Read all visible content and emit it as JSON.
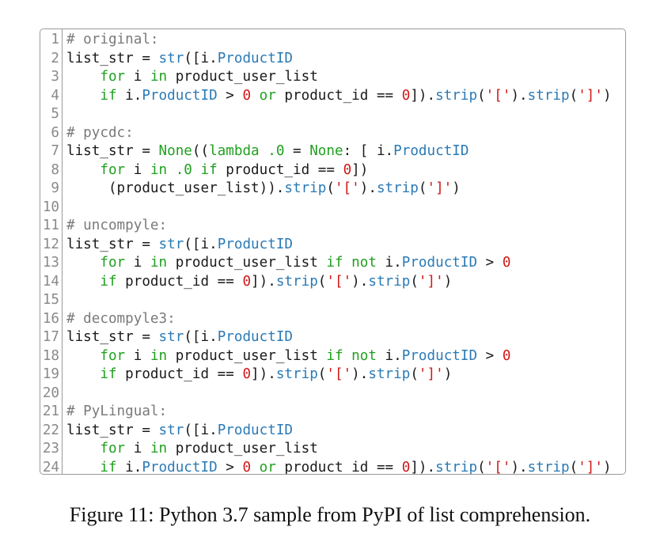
{
  "caption": "Figure 11: Python 3.7 sample from PyPI of list comprehension.",
  "colors": {
    "comment": "#7a7a7a",
    "builtin": "#2a7ab5",
    "keyword": "#20a020",
    "number": "#d01818",
    "string": "#d01818",
    "plain": "#1a1a1a",
    "line_number": "#8a8a8a"
  },
  "code_lines": [
    {
      "n": "1",
      "tokens": [
        [
          "comment",
          "# original:"
        ]
      ]
    },
    {
      "n": "2",
      "tokens": [
        [
          "plain",
          "list_str = "
        ],
        [
          "builtin",
          "str"
        ],
        [
          "plain",
          "([i."
        ],
        [
          "builtin",
          "ProductID"
        ]
      ]
    },
    {
      "n": "3",
      "tokens": [
        [
          "plain",
          "    "
        ],
        [
          "keyword",
          "for"
        ],
        [
          "plain",
          " i "
        ],
        [
          "keyword",
          "in"
        ],
        [
          "plain",
          " product_user_list"
        ]
      ]
    },
    {
      "n": "4",
      "tokens": [
        [
          "plain",
          "    "
        ],
        [
          "keyword",
          "if"
        ],
        [
          "plain",
          " i."
        ],
        [
          "builtin",
          "ProductID"
        ],
        [
          "plain",
          " > "
        ],
        [
          "number",
          "0"
        ],
        [
          "plain",
          " "
        ],
        [
          "keyword",
          "or"
        ],
        [
          "plain",
          " product_id == "
        ],
        [
          "number",
          "0"
        ],
        [
          "plain",
          "])."
        ],
        [
          "builtin",
          "strip"
        ],
        [
          "plain",
          "("
        ],
        [
          "string",
          "'['"
        ],
        [
          "plain",
          ")."
        ],
        [
          "builtin",
          "strip"
        ],
        [
          "plain",
          "("
        ],
        [
          "string",
          "']'"
        ],
        [
          "plain",
          ")"
        ]
      ]
    },
    {
      "n": "5",
      "tokens": []
    },
    {
      "n": "6",
      "tokens": [
        [
          "comment",
          "# pycdc:"
        ]
      ]
    },
    {
      "n": "7",
      "tokens": [
        [
          "plain",
          "list_str = "
        ],
        [
          "keyword",
          "None"
        ],
        [
          "plain",
          "(("
        ],
        [
          "keyword",
          "lambda"
        ],
        [
          "plain",
          " "
        ],
        [
          "keyword",
          ".0"
        ],
        [
          "plain",
          " = "
        ],
        [
          "keyword",
          "None"
        ],
        [
          "plain",
          ": [ i."
        ],
        [
          "builtin",
          "ProductID"
        ]
      ]
    },
    {
      "n": "8",
      "tokens": [
        [
          "plain",
          "    "
        ],
        [
          "keyword",
          "for"
        ],
        [
          "plain",
          " i "
        ],
        [
          "keyword",
          "in"
        ],
        [
          "plain",
          " "
        ],
        [
          "keyword",
          ".0"
        ],
        [
          "plain",
          " "
        ],
        [
          "keyword",
          "if"
        ],
        [
          "plain",
          " product_id == "
        ],
        [
          "number",
          "0"
        ],
        [
          "plain",
          "])"
        ]
      ]
    },
    {
      "n": "9",
      "tokens": [
        [
          "plain",
          "     (product_user_list))."
        ],
        [
          "builtin",
          "strip"
        ],
        [
          "plain",
          "("
        ],
        [
          "string",
          "'['"
        ],
        [
          "plain",
          ")."
        ],
        [
          "builtin",
          "strip"
        ],
        [
          "plain",
          "("
        ],
        [
          "string",
          "']'"
        ],
        [
          "plain",
          ")"
        ]
      ]
    },
    {
      "n": "10",
      "tokens": []
    },
    {
      "n": "11",
      "tokens": [
        [
          "comment",
          "# uncompyle:"
        ]
      ]
    },
    {
      "n": "12",
      "tokens": [
        [
          "plain",
          "list_str = "
        ],
        [
          "builtin",
          "str"
        ],
        [
          "plain",
          "([i."
        ],
        [
          "builtin",
          "ProductID"
        ]
      ]
    },
    {
      "n": "13",
      "tokens": [
        [
          "plain",
          "    "
        ],
        [
          "keyword",
          "for"
        ],
        [
          "plain",
          " i "
        ],
        [
          "keyword",
          "in"
        ],
        [
          "plain",
          " product_user_list "
        ],
        [
          "keyword",
          "if"
        ],
        [
          "plain",
          " "
        ],
        [
          "keyword",
          "not"
        ],
        [
          "plain",
          " i."
        ],
        [
          "builtin",
          "ProductID"
        ],
        [
          "plain",
          " > "
        ],
        [
          "number",
          "0"
        ]
      ]
    },
    {
      "n": "14",
      "tokens": [
        [
          "plain",
          "    "
        ],
        [
          "keyword",
          "if"
        ],
        [
          "plain",
          " product_id == "
        ],
        [
          "number",
          "0"
        ],
        [
          "plain",
          "])."
        ],
        [
          "builtin",
          "strip"
        ],
        [
          "plain",
          "("
        ],
        [
          "string",
          "'['"
        ],
        [
          "plain",
          ")."
        ],
        [
          "builtin",
          "strip"
        ],
        [
          "plain",
          "("
        ],
        [
          "string",
          "']'"
        ],
        [
          "plain",
          ")"
        ]
      ]
    },
    {
      "n": "15",
      "tokens": []
    },
    {
      "n": "16",
      "tokens": [
        [
          "comment",
          "# decompyle3:"
        ]
      ]
    },
    {
      "n": "17",
      "tokens": [
        [
          "plain",
          "list_str = "
        ],
        [
          "builtin",
          "str"
        ],
        [
          "plain",
          "([i."
        ],
        [
          "builtin",
          "ProductID"
        ]
      ]
    },
    {
      "n": "18",
      "tokens": [
        [
          "plain",
          "    "
        ],
        [
          "keyword",
          "for"
        ],
        [
          "plain",
          " i "
        ],
        [
          "keyword",
          "in"
        ],
        [
          "plain",
          " product_user_list "
        ],
        [
          "keyword",
          "if"
        ],
        [
          "plain",
          " "
        ],
        [
          "keyword",
          "not"
        ],
        [
          "plain",
          " i."
        ],
        [
          "builtin",
          "ProductID"
        ],
        [
          "plain",
          " > "
        ],
        [
          "number",
          "0"
        ]
      ]
    },
    {
      "n": "19",
      "tokens": [
        [
          "plain",
          "    "
        ],
        [
          "keyword",
          "if"
        ],
        [
          "plain",
          " product_id == "
        ],
        [
          "number",
          "0"
        ],
        [
          "plain",
          "])."
        ],
        [
          "builtin",
          "strip"
        ],
        [
          "plain",
          "("
        ],
        [
          "string",
          "'['"
        ],
        [
          "plain",
          ")."
        ],
        [
          "builtin",
          "strip"
        ],
        [
          "plain",
          "("
        ],
        [
          "string",
          "']'"
        ],
        [
          "plain",
          ")"
        ]
      ]
    },
    {
      "n": "20",
      "tokens": []
    },
    {
      "n": "21",
      "tokens": [
        [
          "comment",
          "# PyLingual:"
        ]
      ]
    },
    {
      "n": "22",
      "tokens": [
        [
          "plain",
          "list_str = "
        ],
        [
          "builtin",
          "str"
        ],
        [
          "plain",
          "([i."
        ],
        [
          "builtin",
          "ProductID"
        ]
      ]
    },
    {
      "n": "23",
      "tokens": [
        [
          "plain",
          "    "
        ],
        [
          "keyword",
          "for"
        ],
        [
          "plain",
          " i "
        ],
        [
          "keyword",
          "in"
        ],
        [
          "plain",
          " product_user_list"
        ]
      ]
    },
    {
      "n": "24",
      "tokens": [
        [
          "plain",
          "    "
        ],
        [
          "keyword",
          "if"
        ],
        [
          "plain",
          " i."
        ],
        [
          "builtin",
          "ProductID"
        ],
        [
          "plain",
          " > "
        ],
        [
          "number",
          "0"
        ],
        [
          "plain",
          " "
        ],
        [
          "keyword",
          "or"
        ],
        [
          "plain",
          " product_id == "
        ],
        [
          "number",
          "0"
        ],
        [
          "plain",
          "])."
        ],
        [
          "builtin",
          "strip"
        ],
        [
          "plain",
          "("
        ],
        [
          "string",
          "'['"
        ],
        [
          "plain",
          ")."
        ],
        [
          "builtin",
          "strip"
        ],
        [
          "plain",
          "("
        ],
        [
          "string",
          "']'"
        ],
        [
          "plain",
          ")"
        ]
      ]
    }
  ]
}
